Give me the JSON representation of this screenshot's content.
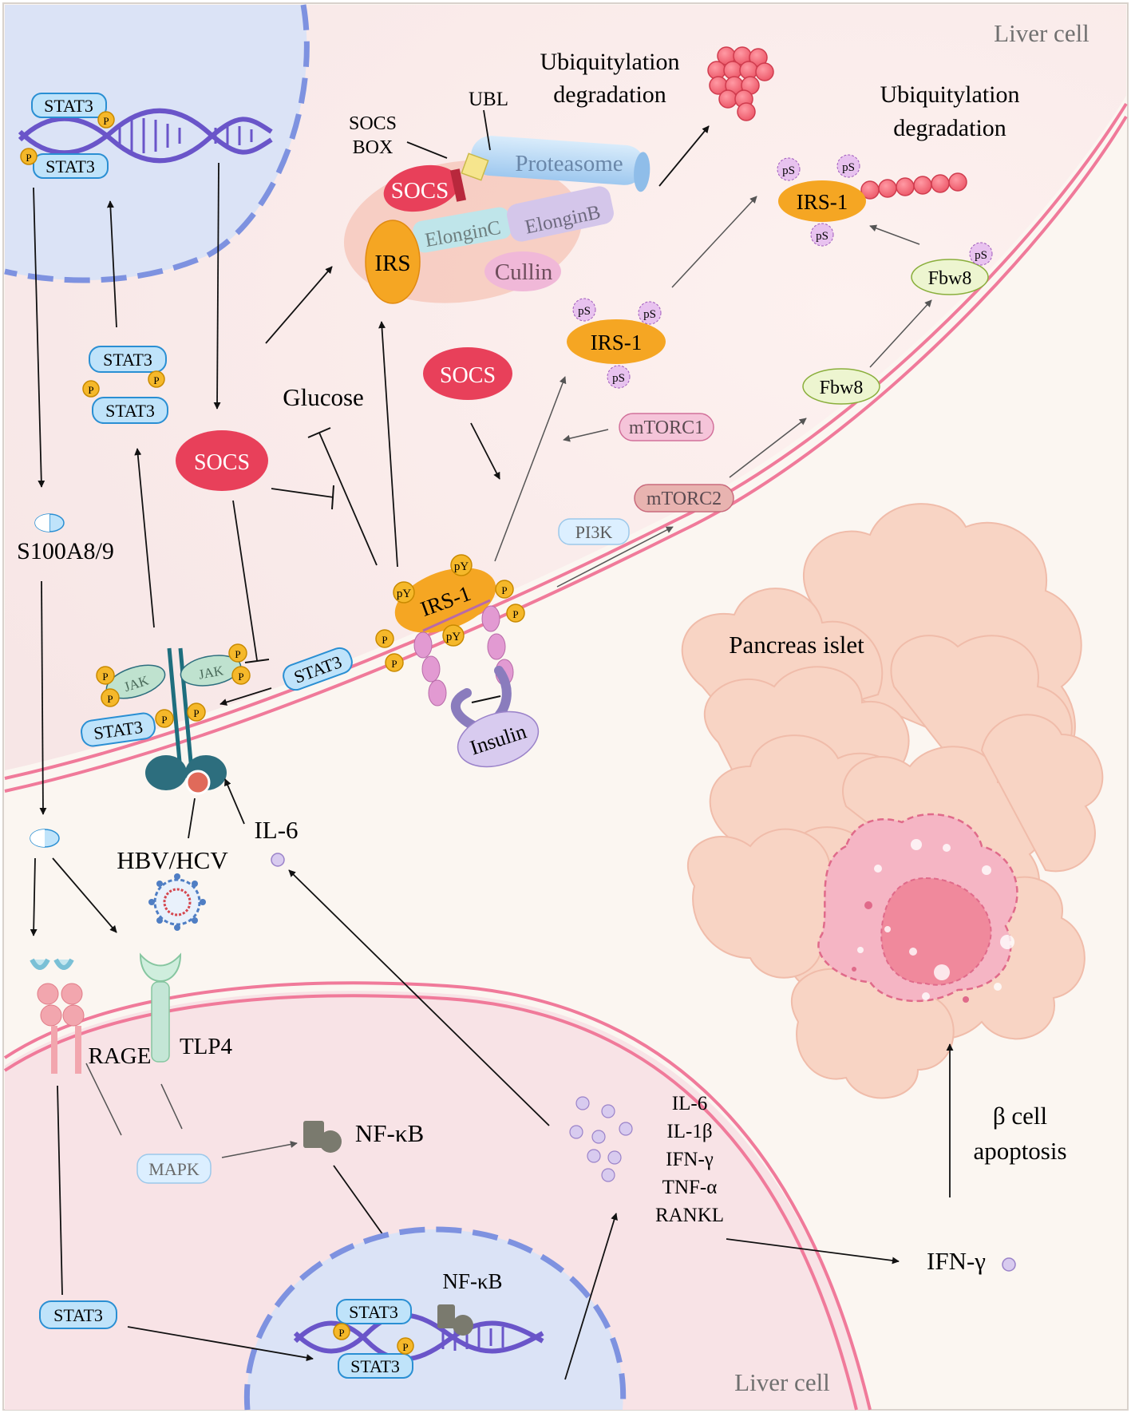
{
  "cells": {
    "top": "Liver cell",
    "bottom": "Liver cell",
    "islet": "Pancreas islet"
  },
  "proteasome_complex": {
    "ubiquitylation_top": [
      "Ubiquitylation",
      "degradation"
    ],
    "ubiquitylation_right": [
      "Ubiquitylation",
      "degradation"
    ],
    "ubl": "UBL",
    "socs_box": [
      "SOCS",
      "BOX"
    ],
    "proteasome": "Proteasome",
    "socs": "SOCS",
    "irs": "IRS",
    "elongin_c": "ElonginC",
    "elongin_b": "ElonginB",
    "cullin": "Cullin"
  },
  "signaling": {
    "socs_free": "SOCS",
    "socs_left": "SOCS",
    "glucose": "Glucose",
    "irs1_center": "IRS-1",
    "irs1_top": "IRS-1",
    "irs1_membrane": "IRS-1",
    "mtorc1": "mTORC1",
    "mtorc2": "mTORC2",
    "pi3k": "PI3K",
    "fbw8_lower": "Fbw8",
    "fbw8_upper": "Fbw8",
    "insulin": "Insulin",
    "jak": "JAK",
    "stat3": "STAT3",
    "p": "P",
    "ps": "pS",
    "py": "pY"
  },
  "extracellular": {
    "s100": "S100A8/9",
    "hbv_hcv": "HBV/HCV",
    "il6": "IL-6",
    "rage": "RAGE",
    "tlp4": "TLP4",
    "mapk": "MAPK",
    "nfkb": "NF-κB",
    "nfkb_nucleus": "NF-κB",
    "cytokines": [
      "IL-6",
      "IL-1β",
      "IFN-γ",
      "TNF-α",
      "RANKL"
    ],
    "ifng": "IFN-γ",
    "beta_cell": [
      "β cell",
      "apoptosis"
    ]
  },
  "colors": {
    "membrane": "#f07a9a",
    "nucleus": "#dbe3f6",
    "nucleus_dash": "#7e92e0",
    "stat3_fill": "#bfe3fa",
    "stat3_stroke": "#2a8fd3",
    "phospho": "#f5b82a",
    "socs": "#e8405a",
    "irs": "#f5a623",
    "ps_fill": "#e8c2ef",
    "islet": "#f8d4c4",
    "beads": "#f06272"
  }
}
